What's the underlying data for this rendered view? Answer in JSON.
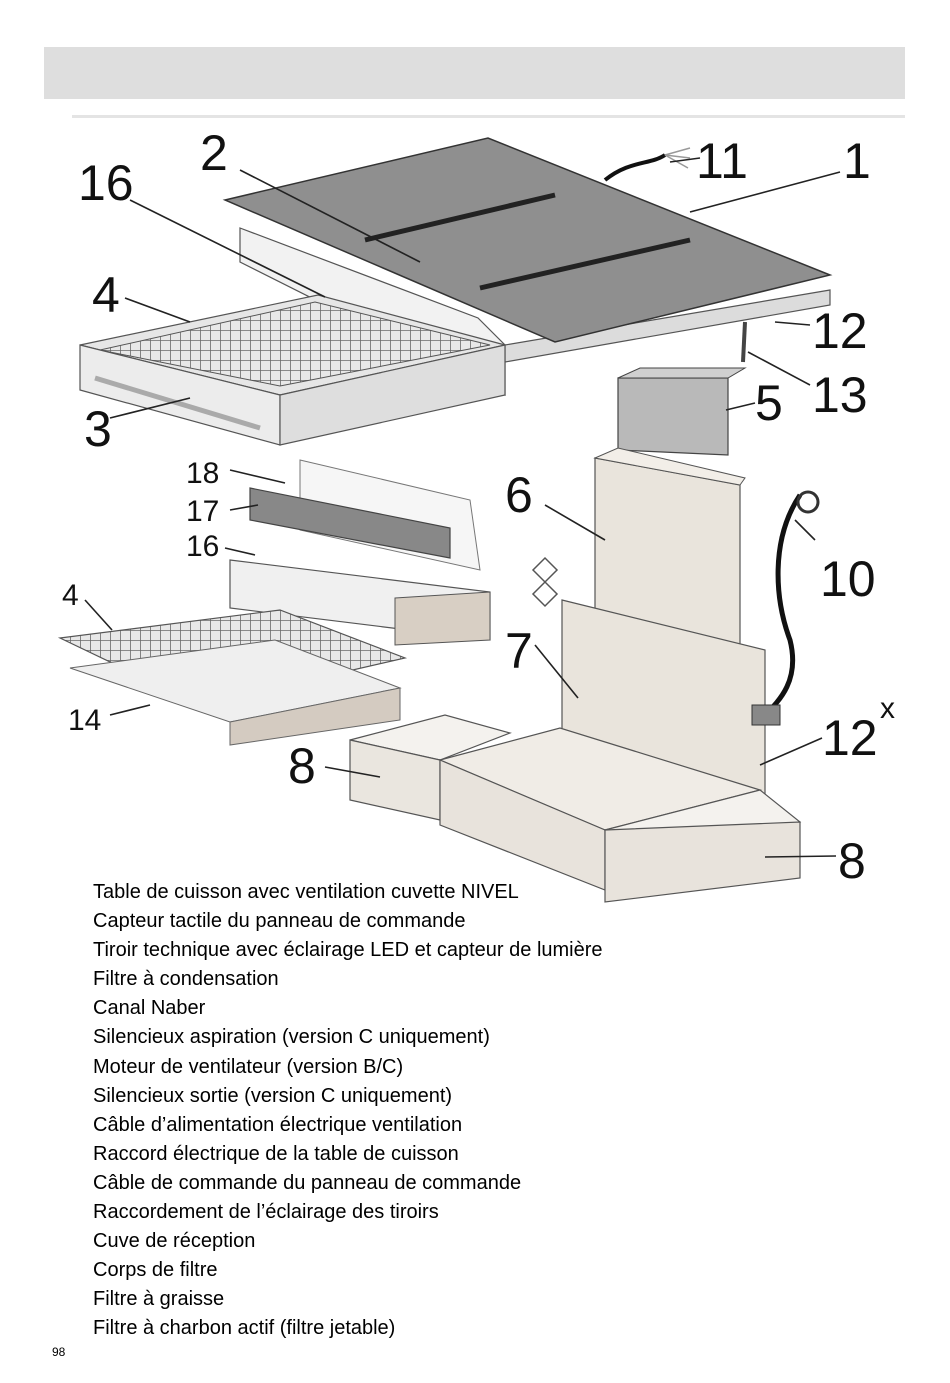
{
  "header": {
    "title": ""
  },
  "diagram": {
    "callouts": {
      "c1": "1",
      "c2": "2",
      "c3": "3",
      "c4a": "4",
      "c4b": "4",
      "c5": "5",
      "c6": "6",
      "c7": "7",
      "c8a": "8",
      "c8b": "8",
      "c10": "10",
      "c11": "11",
      "c12a": "12",
      "c12b": "12",
      "c12x": "x",
      "c13": "13",
      "c14": "14",
      "c16a": "16",
      "c16b": "16",
      "c17": "17",
      "c18": "18"
    }
  },
  "parts": [
    "Table de cuisson avec ventilation cuvette NIVEL",
    "Capteur tactile du panneau de commande",
    "Tiroir technique avec éclairage LED et capteur de lumière",
    "Filtre à condensation",
    "Canal Naber",
    "Silencieux aspiration (version C uniquement)",
    "Moteur de ventilateur (version B/C)",
    "Silencieux sortie (version C uniquement)",
    "Câble d’alimentation électrique ventilation",
    "Raccord électrique de la table de cuisson",
    "Câble de commande du panneau de commande",
    "Raccordement de l’éclairage des tiroirs",
    "Cuve de réception",
    "Corps de filtre",
    "Filtre à graisse",
    "Filtre à charbon actif (filtre jetable)"
  ],
  "footer": {
    "page_number": "98"
  }
}
